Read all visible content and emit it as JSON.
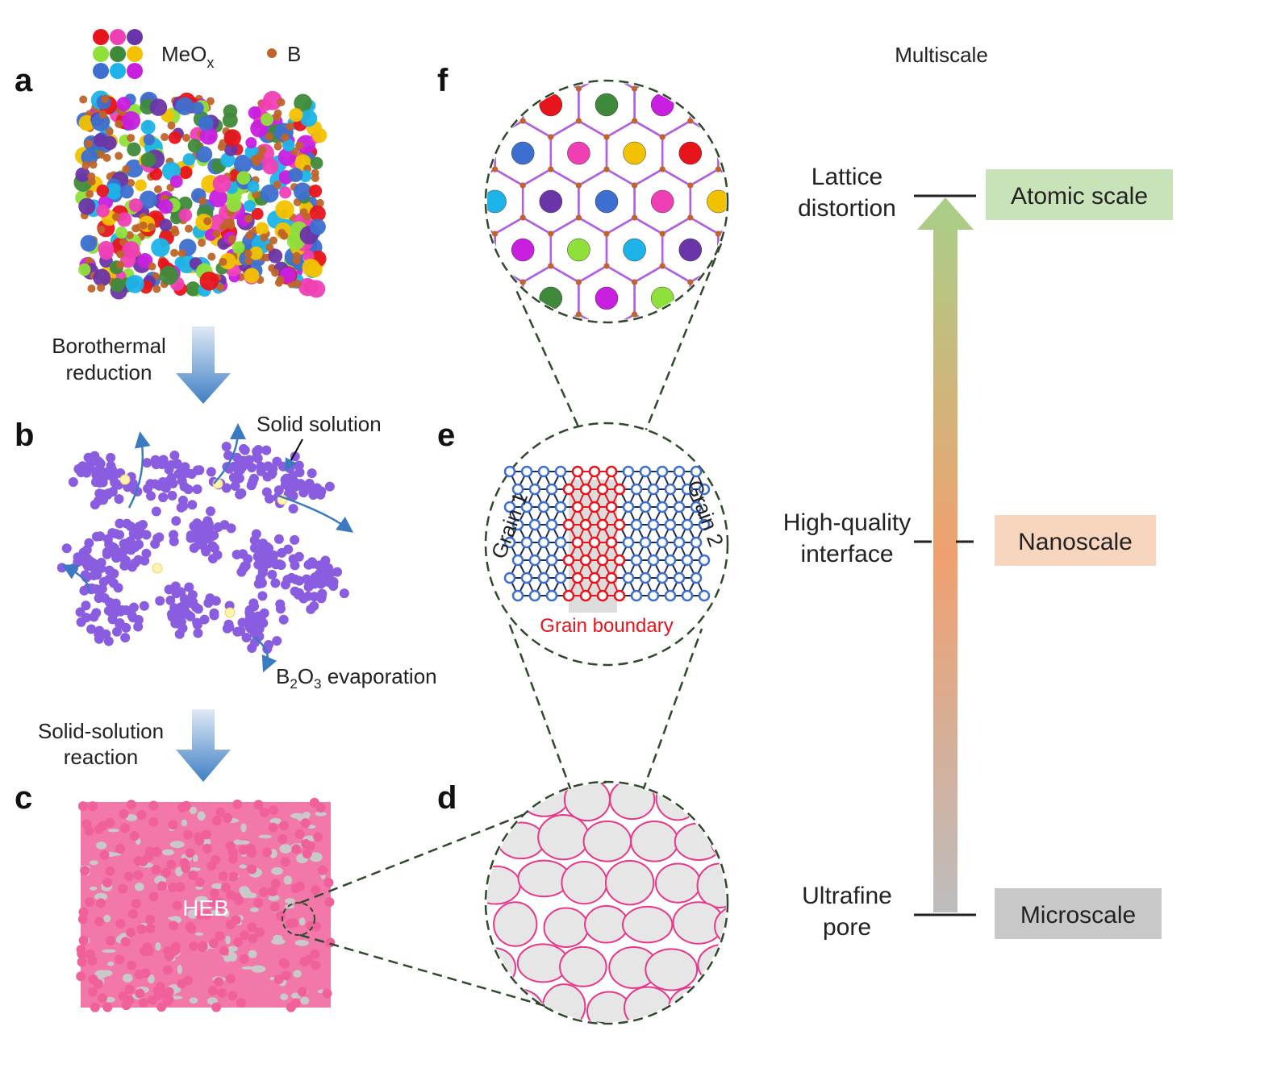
{
  "legend": {
    "meox_label": "MeO",
    "meox_sub": "x",
    "boron_label": "B"
  },
  "panels": {
    "a": "a",
    "b": "b",
    "c": "c",
    "d": "d",
    "e": "e",
    "f": "f"
  },
  "steps": {
    "step1_line1": "Borothermal",
    "step1_line2": "reduction",
    "step2_line1": "Solid-solution",
    "step2_line2": "reaction"
  },
  "panel_b": {
    "solid_solution": "Solid solution",
    "evap_prefix": "B",
    "evap_sub1": "2",
    "evap_mid": "O",
    "evap_sub2": "3",
    "evap_suffix": " evaporation"
  },
  "panel_c": {
    "heb": "HEB"
  },
  "panel_e": {
    "grain1": "Grain 1",
    "grain2": "Grain 2",
    "boundary": "Grain boundary"
  },
  "scale": {
    "title": "Multiscale",
    "levels": [
      {
        "feature_line1": "Lattice",
        "feature_line2": "distortion",
        "scale": "Atomic scale",
        "color": "#c9e3b8"
      },
      {
        "feature_line1": "High-quality",
        "feature_line2": "interface",
        "scale": "Nanoscale",
        "color": "#f8d5bd"
      },
      {
        "feature_line1": "Ultrafine",
        "feature_line2": "pore",
        "scale": "Microscale",
        "color": "#c8c8c8"
      }
    ]
  },
  "colors": {
    "meox": [
      "#e8141c",
      "#f03fb5",
      "#6a35a8",
      "#8fe03a",
      "#3f8a3a",
      "#f2c200",
      "#3d6fd0",
      "#1cb3e8",
      "#c81fe0"
    ],
    "boron": "#c0642a",
    "purple": "#8a5ce0",
    "pink": "#f0609a"
  }
}
